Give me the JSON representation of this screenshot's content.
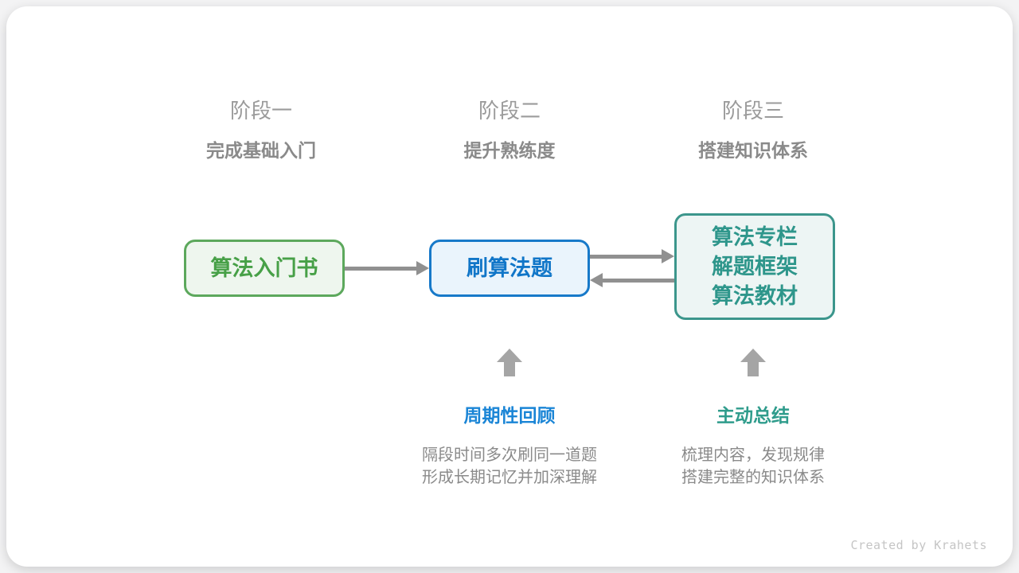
{
  "stages": [
    {
      "label": "阶段一",
      "subtitle": "完成基础入门"
    },
    {
      "label": "阶段二",
      "subtitle": "提升熟练度"
    },
    {
      "label": "阶段三",
      "subtitle": "搭建知识体系"
    }
  ],
  "nodes": {
    "intro": {
      "lines": [
        "算法入门书"
      ]
    },
    "practice": {
      "lines": [
        "刷算法题"
      ]
    },
    "system": {
      "lines": [
        "算法专栏",
        "解题框架",
        "算法教材"
      ]
    }
  },
  "annotations": {
    "review": {
      "title": "周期性回顾",
      "lines": [
        "隔段时间多次刷同一道题",
        "形成长期记忆并加深理解"
      ]
    },
    "summary": {
      "title": "主动总结",
      "lines": [
        "梳理内容，发现规律",
        "搭建完整的知识体系"
      ]
    }
  },
  "credit": "Created by Krahets",
  "colors": {
    "node_intro_border": "#5ca85c",
    "node_intro_bg": "#eef6ee",
    "node_intro_text": "#47a047",
    "node_practice_border": "#1779c9",
    "node_practice_bg": "#eaf4fc",
    "node_practice_text": "#1176c8",
    "node_system_border": "#3c968c",
    "node_system_bg": "#edf5f4",
    "node_system_text": "#2e968b",
    "annotation_review_title": "#1a85d6",
    "annotation_summary_title": "#2f9c8c",
    "arrow": "#909090",
    "stage_label": "#9b9b9b",
    "stage_subtitle": "#8a8a8a",
    "description_text": "#8a8a8a",
    "credit_text": "#c5c5c5",
    "card_bg": "#ffffff",
    "page_bg": "#f3f3f4"
  }
}
